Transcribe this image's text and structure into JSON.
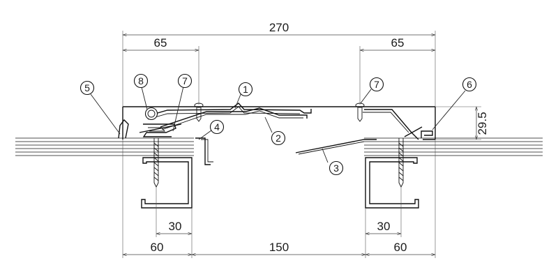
{
  "dimensions": {
    "overall_width": "270",
    "left_cover_width": "65",
    "right_cover_width": "65",
    "cover_height": "29.5",
    "left_support": "60",
    "gap_width": "150",
    "right_support": "60",
    "left_bracket_offset": "30",
    "right_bracket_offset": "30"
  },
  "callouts": {
    "c1": "1",
    "c2": "2",
    "c3": "3",
    "c4": "4",
    "c5": "5",
    "c6": "6",
    "c7_left": "7",
    "c7_right": "7",
    "c8": "8"
  }
}
